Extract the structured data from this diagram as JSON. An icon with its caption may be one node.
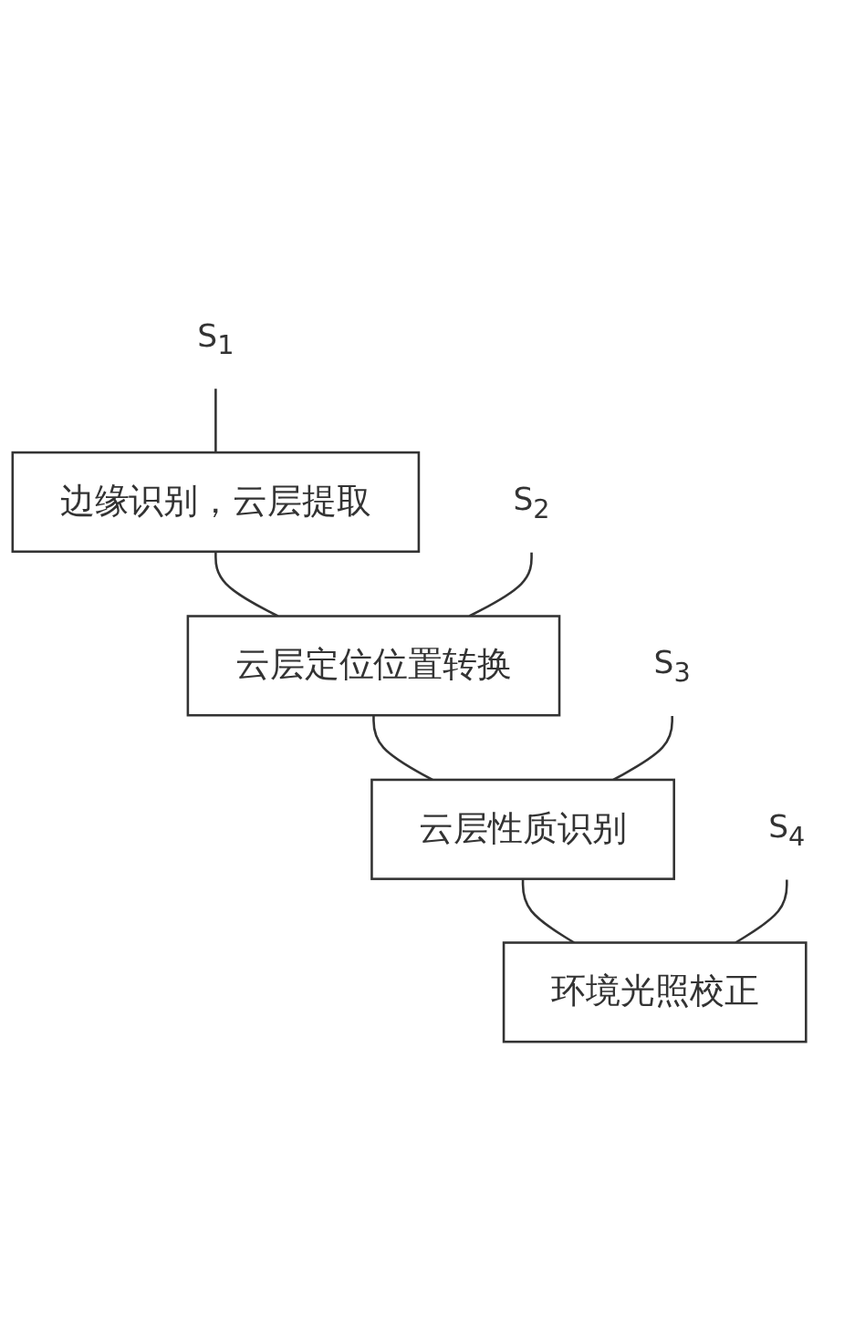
{
  "diagram": {
    "nodes": [
      {
        "text": [
          "边缘识别，云层提取"
        ]
      },
      {
        "text": [
          "S$_{1}$"
        ]
      },
      {
        "text": [
          "云层定位位置转换"
        ]
      },
      {
        "text": [
          "S$_{2}$"
        ]
      },
      {
        "text": [
          "云层性质识别"
        ]
      },
      {
        "text": [
          "S$_{3}$"
        ]
      },
      {
        "text": [
          "环境光照校正"
        ]
      },
      {
        "text": [
          "S$_{4}$"
        ]
      }
    ],
    "edges": [
      {
        "from": 0,
        "to": 2,
        "arrow": "none"
      },
      {
        "from": 2,
        "to": 4,
        "arrow": "none"
      },
      {
        "from": 4,
        "to": 6,
        "arrow": "none"
      },
      {
        "from": 1,
        "to": 0,
        "arrow": "none"
      },
      {
        "from": 3,
        "to": 2,
        "arrow": "none"
      },
      {
        "from": 5,
        "to": 4,
        "arrow": "none"
      },
      {
        "from": 7,
        "to": 6,
        "arrow": "none"
      }
    ]
  }
}
